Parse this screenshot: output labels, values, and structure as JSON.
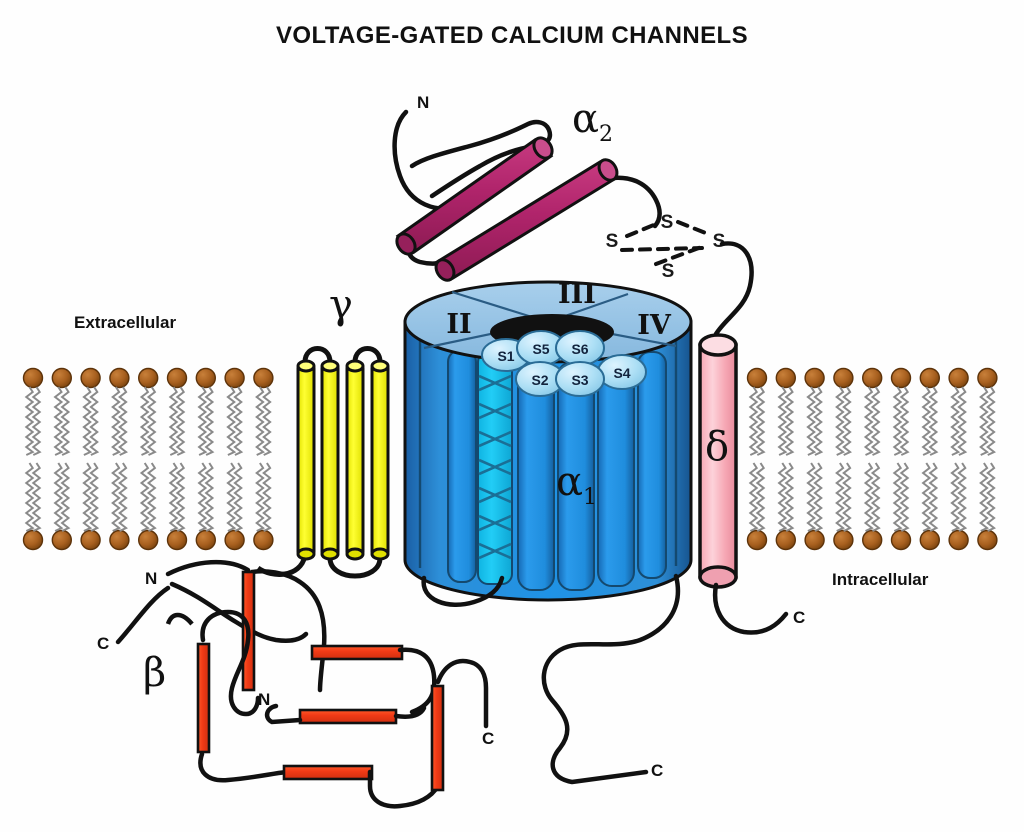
{
  "title": "VOLTAGE-GATED CALCIUM CHANNELS",
  "regions": {
    "extracellular_label": "Extracellular",
    "intracellular_label": "Intracellular"
  },
  "subunits": {
    "alpha2": {
      "label": "α",
      "sub": "2",
      "n_terminus": "N",
      "helix_color": "#b0246b",
      "helix_count": 2
    },
    "delta": {
      "label": "δ",
      "c_terminus": "C",
      "color": "#f7b3bd"
    },
    "gamma": {
      "label": "γ",
      "color": "#f5f500",
      "helix_count": 4
    },
    "alpha1": {
      "label": "α",
      "sub": "1",
      "c_terminus": "C",
      "domains": [
        "II",
        "III",
        "IV"
      ],
      "segments": [
        "S1",
        "S2",
        "S3",
        "S4",
        "S5",
        "S6"
      ],
      "body_color": "#1f8fe0",
      "rim_color": "#1f63a8",
      "sensor_color": "#19c2f0",
      "top_color": "#8fc2e8",
      "pore_color": "#111111"
    },
    "beta": {
      "label": "β",
      "n_terminus": "N",
      "c_terminus": "C",
      "n_terminus_2": "N",
      "c_terminus_2": "C",
      "color": "#f23b16"
    }
  },
  "disulfide": {
    "sulfurs": [
      "S",
      "S",
      "S",
      "S"
    ],
    "bond_style": "dashed"
  },
  "membrane": {
    "head_color": "#a8601f",
    "tail_color": "#8a8a8a",
    "leaflets": 2
  },
  "chart_data": {
    "type": "diagram",
    "title": "VOLTAGE-GATED CALCIUM CHANNELS",
    "components": [
      {
        "name": "alpha2 subunit",
        "label": "α2",
        "location": "extracellular",
        "color": "#b0246b",
        "elements": "2 helices + loops, N-terminus"
      },
      {
        "name": "delta subunit",
        "label": "δ",
        "location": "transmembrane",
        "color": "#f7b3bd",
        "elements": "1 transmembrane helix, C-terminus intracellular"
      },
      {
        "name": "gamma subunit",
        "label": "γ",
        "location": "transmembrane",
        "color": "#f5f500",
        "elements": "4 transmembrane helices"
      },
      {
        "name": "alpha1 subunit",
        "label": "α1",
        "location": "transmembrane pore",
        "color": "#1f8fe0",
        "elements": "4 domains (I-IV), 6 segments S1-S6, central pore, C-terminus intracellular"
      },
      {
        "name": "beta subunit",
        "label": "β",
        "location": "intracellular",
        "color": "#f23b16",
        "elements": "helical bars with N and C termini"
      }
    ],
    "links": [
      {
        "from": "alpha2",
        "to": "delta",
        "type": "disulfide bond",
        "label": "S-S"
      }
    ]
  }
}
